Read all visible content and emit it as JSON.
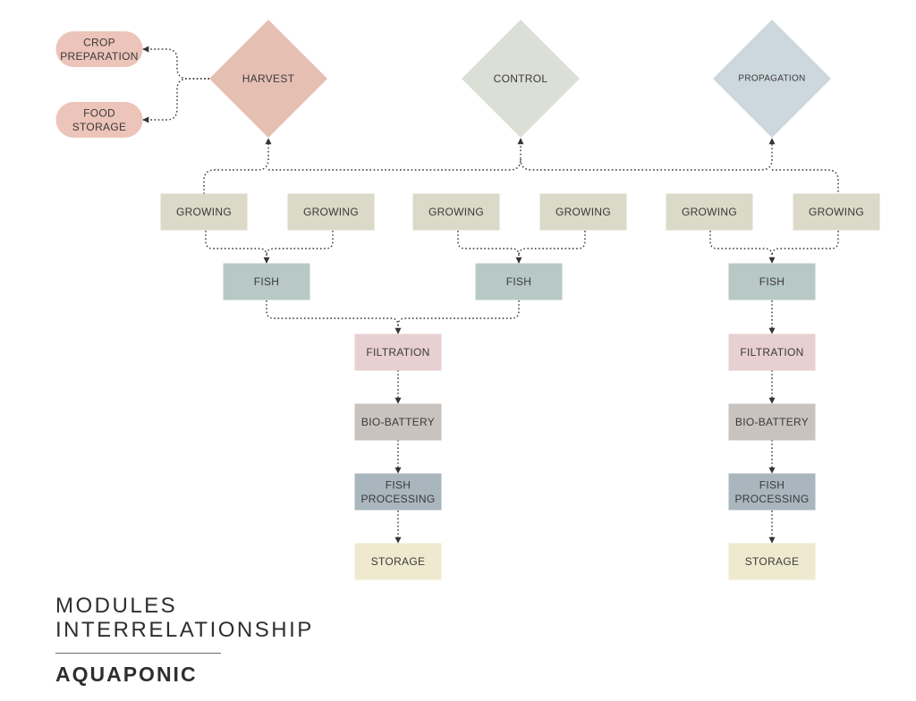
{
  "colors": {
    "harvest": "#e6bfb3",
    "control": "#dcdfd6",
    "propagation": "#cdd7de",
    "pill": "#ecc4b9",
    "growing": "#dbd9c7",
    "fish": "#b7c8c5",
    "filtration": "#e8cfd1",
    "bio_battery": "#c9c3bf",
    "fish_processing": "#a9b6bd",
    "storage": "#efeacf",
    "text": "#3a3a3a",
    "connector": "#333333"
  },
  "diamonds": {
    "harvest": "HARVEST",
    "control": "CONTROL",
    "propagation": "PROPAGATION"
  },
  "outputs": {
    "crop_preparation": [
      "CROP",
      "PREPARATION"
    ],
    "food_storage": [
      "FOOD",
      "STORAGE"
    ]
  },
  "modules": {
    "growing": "GROWING",
    "fish": "FISH",
    "filtration": "FILTRATION",
    "bio_battery": "BIO-BATTERY",
    "fish_processing": [
      "FISH",
      "PROCESSING"
    ],
    "storage": "STORAGE"
  },
  "heading": {
    "line1": "MODULES",
    "line2": "INTERRELATIONSHIP",
    "subtitle": "AQUAPONIC"
  }
}
